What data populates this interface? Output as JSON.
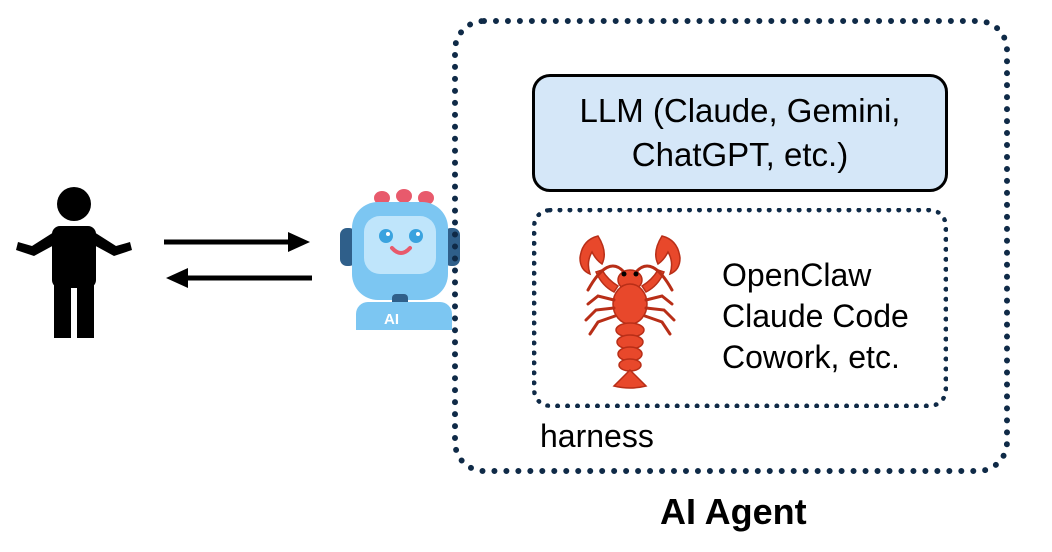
{
  "llm": {
    "line1": "LLM (Claude, Gemini,",
    "line2": "ChatGPT, etc.)"
  },
  "harness": {
    "tools": [
      "OpenClaw",
      "Claude Code",
      "Cowork, etc."
    ],
    "label": "harness"
  },
  "robot": {
    "badge": "AI"
  },
  "agent": {
    "label": "AI Agent"
  },
  "colors": {
    "llm_fill": "#d5e7f8",
    "dotted_border": "#0f2a47",
    "robot_body": "#7cc6f2",
    "lobster": "#e8482b"
  }
}
